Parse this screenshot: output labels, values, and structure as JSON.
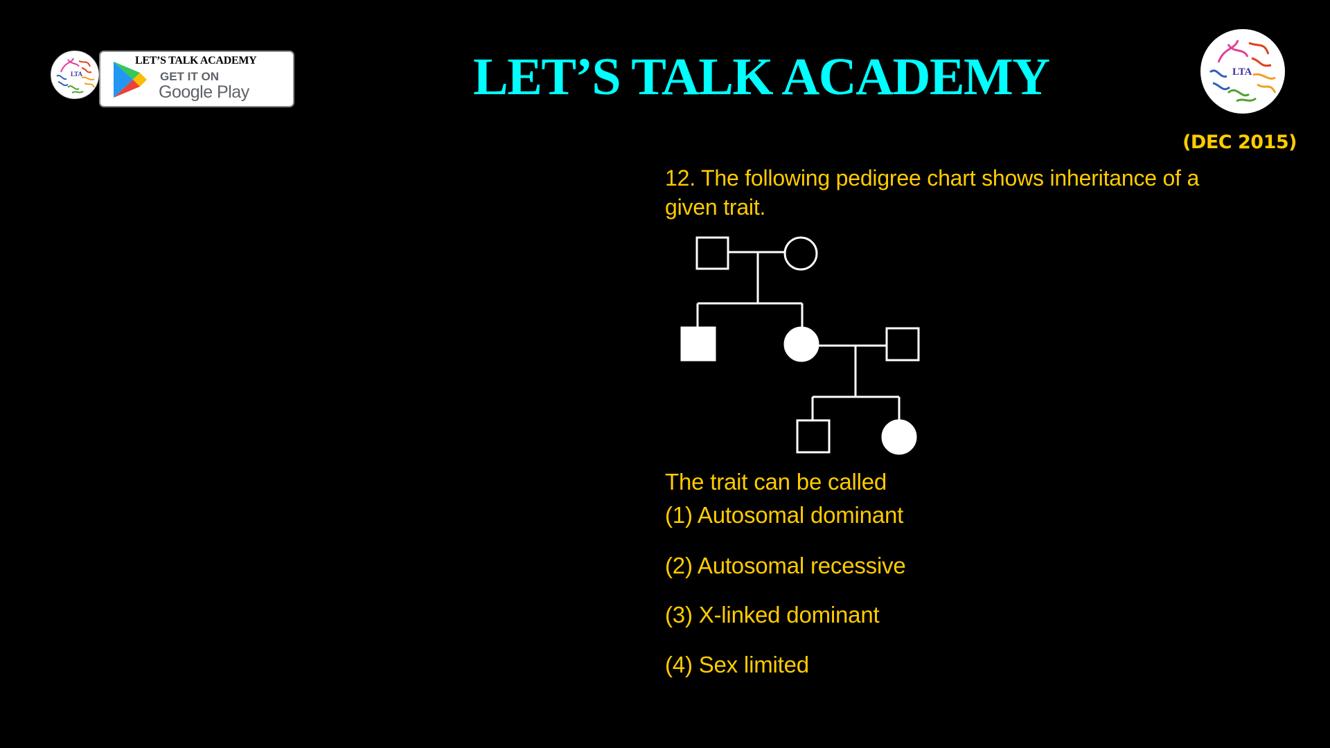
{
  "header": {
    "title": "LET’S TALK ACADEMY",
    "title_color": "#00FFFF",
    "badge": {
      "brand": "LET’S TALK ACADEMY",
      "get_it_on": "GET IT ON",
      "store": "Google Play",
      "logo_text": "LTA",
      "icon": "google-play-icon"
    },
    "right_logo": {
      "text": "LTA",
      "icon": "protein-structure-logo-icon"
    }
  },
  "question": {
    "exam_tag": "(DEC 2015)",
    "text": "12. The following pedigree chart shows inheritance of a given trait.",
    "prompt": "The trait can be called",
    "options": [
      {
        "label": "(1) Autosomal dominant"
      },
      {
        "label": "(2) Autosomal recessive"
      },
      {
        "label": "(3) X-linked dominant"
      },
      {
        "label": "(4) Sex limited"
      }
    ],
    "text_color": "#FFCC00"
  },
  "pedigree": {
    "generation_1": [
      {
        "sex": "male",
        "affected": false
      },
      {
        "sex": "female",
        "affected": false
      }
    ],
    "generation_2": [
      {
        "sex": "male",
        "affected": true
      },
      {
        "sex": "female",
        "affected": true,
        "spouse": {
          "sex": "male",
          "affected": false
        }
      }
    ],
    "generation_3": [
      {
        "sex": "male",
        "affected": false
      },
      {
        "sex": "female",
        "affected": true
      }
    ]
  }
}
